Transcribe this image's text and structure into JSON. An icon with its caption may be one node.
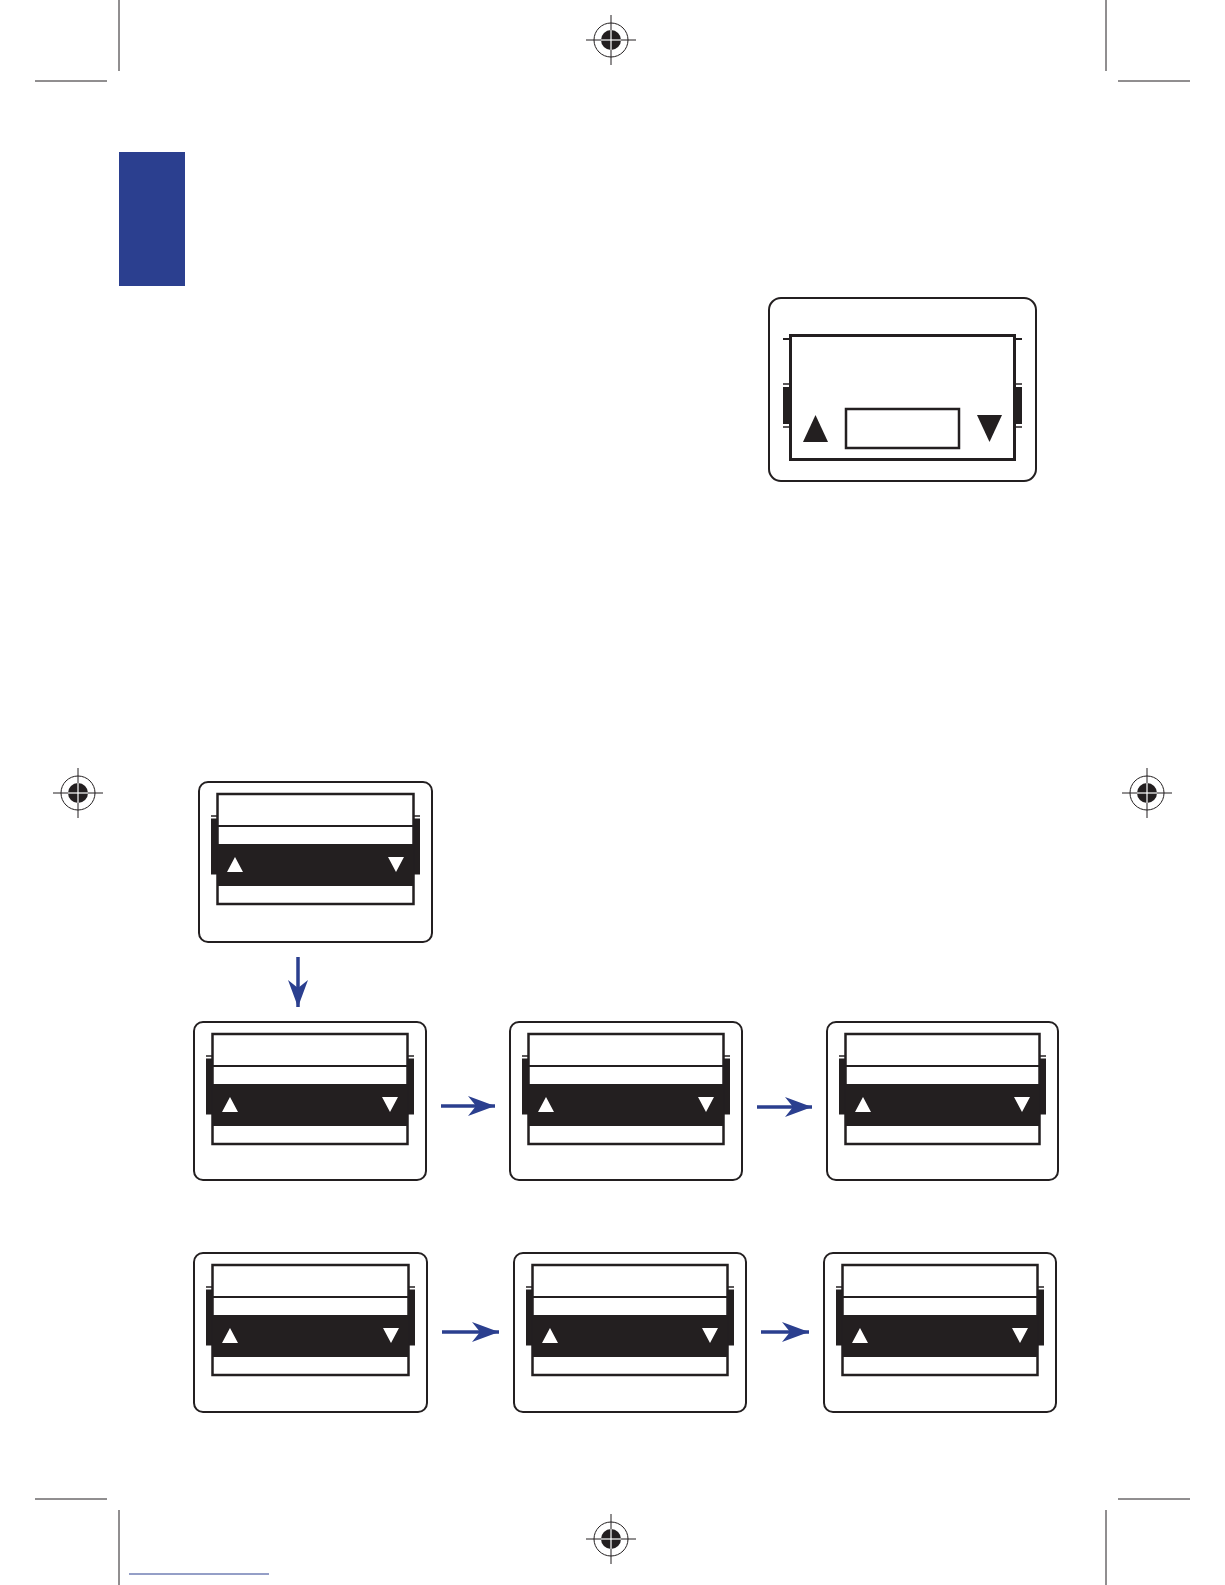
{
  "diagram": {
    "nodes": [
      {
        "text": [],
        "shape": "bar"
      },
      {
        "text": [],
        "shape": "picture"
      },
      {
        "text": [],
        "shape": "picture"
      },
      {
        "text": [],
        "shape": "picture"
      },
      {
        "text": [],
        "shape": "picture"
      },
      {
        "text": [],
        "shape": "picture"
      },
      {
        "text": [],
        "shape": "picture"
      },
      {
        "text": [],
        "shape": "picture"
      },
      {
        "text": [],
        "shape": "picture"
      }
    ],
    "edges": [
      {
        "from": 2,
        "to": 3,
        "arrow": "to"
      },
      {
        "from": 3,
        "to": 4,
        "arrow": "to"
      },
      {
        "from": 4,
        "to": 5,
        "arrow": "to"
      },
      {
        "from": 6,
        "to": 7,
        "arrow": "to"
      },
      {
        "from": 7,
        "to": 8,
        "arrow": "to"
      }
    ]
  }
}
